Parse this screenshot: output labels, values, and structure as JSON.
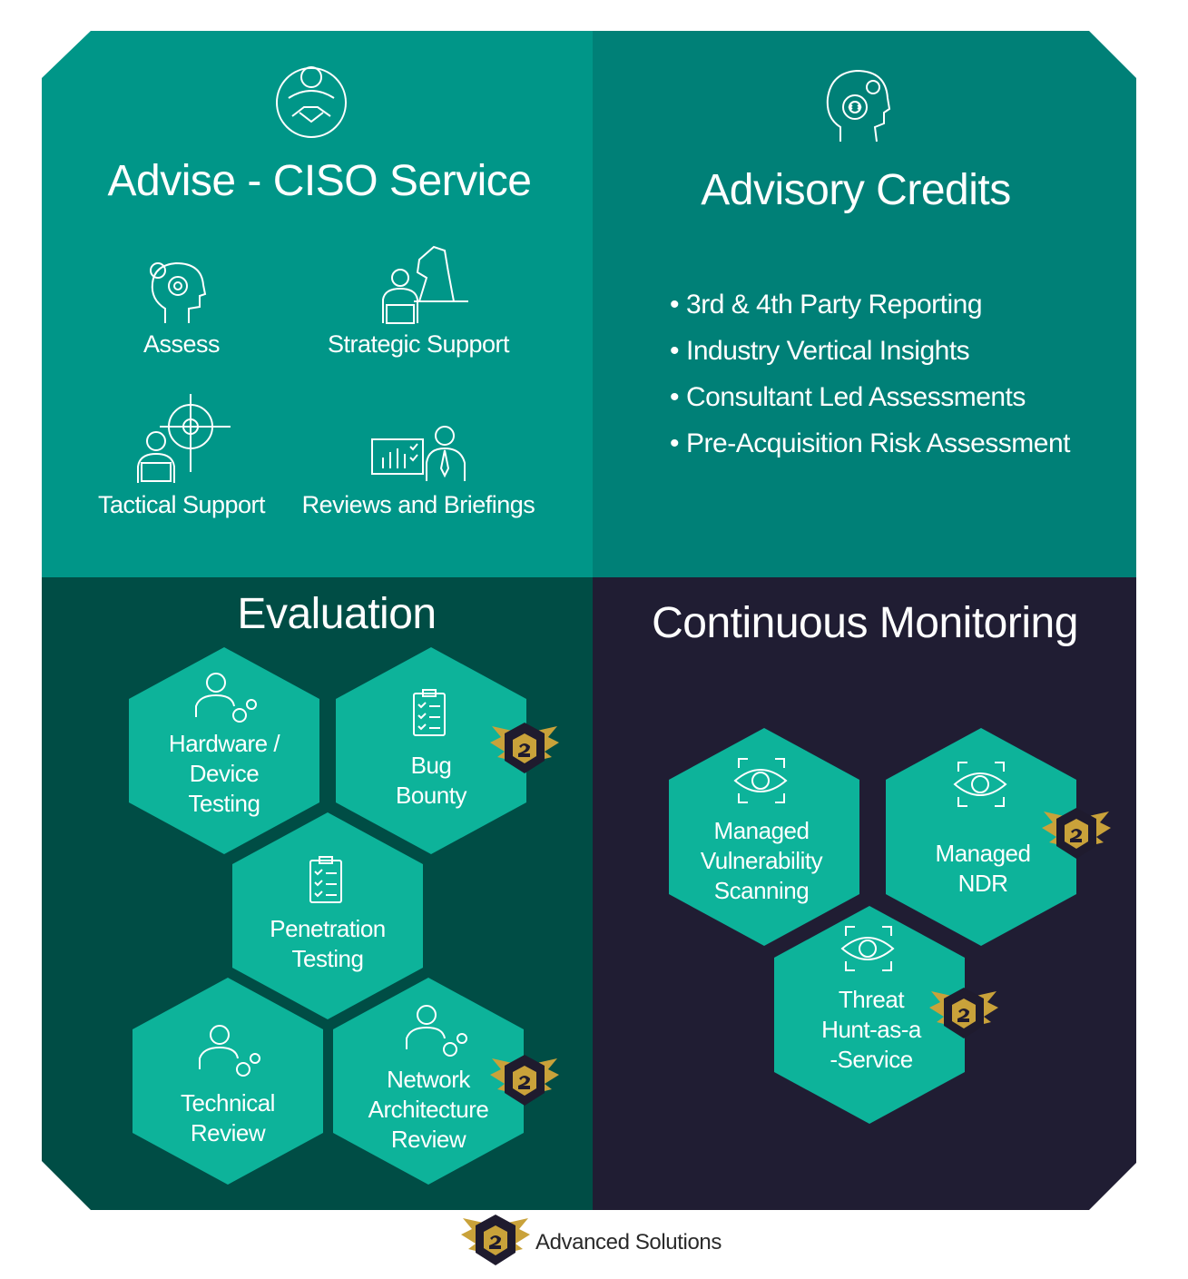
{
  "quadrants": {
    "advise": {
      "title": "Advise - CISO Service",
      "items": [
        {
          "label": "Assess",
          "icon": "head-gears-icon"
        },
        {
          "label": "Strategic Support",
          "icon": "chess-knight-icon"
        },
        {
          "label": "Tactical Support",
          "icon": "target-crosshair-icon"
        },
        {
          "label": "Reviews and Briefings",
          "icon": "presentation-icon"
        }
      ]
    },
    "advisory_credits": {
      "title": "Advisory Credits",
      "bullets": [
        "3rd & 4th Party Reporting",
        "Industry Vertical Insights",
        "Consultant Led Assessments",
        "Pre-Acquisition Risk Assessment"
      ]
    },
    "evaluation": {
      "title": "Evaluation",
      "hexes": [
        {
          "lines": [
            "Hardware /",
            "Device",
            "Testing"
          ],
          "icon": "user-gear-icon",
          "badge": false
        },
        {
          "lines": [
            "Bug",
            "Bounty"
          ],
          "icon": "clipboard-checklist-icon",
          "badge": true
        },
        {
          "lines": [
            "Penetration",
            "Testing"
          ],
          "icon": "clipboard-checklist-icon",
          "badge": false
        },
        {
          "lines": [
            "Technical",
            "Review"
          ],
          "icon": "user-gear-icon",
          "badge": false
        },
        {
          "lines": [
            "Network",
            "Architecture",
            "Review"
          ],
          "icon": "user-gear-icon",
          "badge": true
        }
      ]
    },
    "monitoring": {
      "title": "Continuous Monitoring",
      "hexes": [
        {
          "lines": [
            "Managed",
            "Vulnerability",
            "Scanning"
          ],
          "icon": "eye-scan-icon",
          "badge": false
        },
        {
          "lines": [
            "Managed",
            "NDR"
          ],
          "icon": "eye-scan-icon",
          "badge": true
        },
        {
          "lines": [
            "Threat",
            "Hunt-as-a",
            "-Service"
          ],
          "icon": "eye-scan-icon",
          "badge": true
        }
      ]
    }
  },
  "legend": {
    "label": "Advanced Solutions",
    "icon": "advanced-solutions-badge-icon"
  },
  "colors": {
    "advise_bg": "#009688",
    "advisory_bg": "#008077",
    "evaluation_bg": "#004d45",
    "monitoring_bg": "#201d33",
    "hex_fill": "#0db39a",
    "badge_gold": "#c9a23a",
    "badge_dark": "#1f1b2e"
  }
}
